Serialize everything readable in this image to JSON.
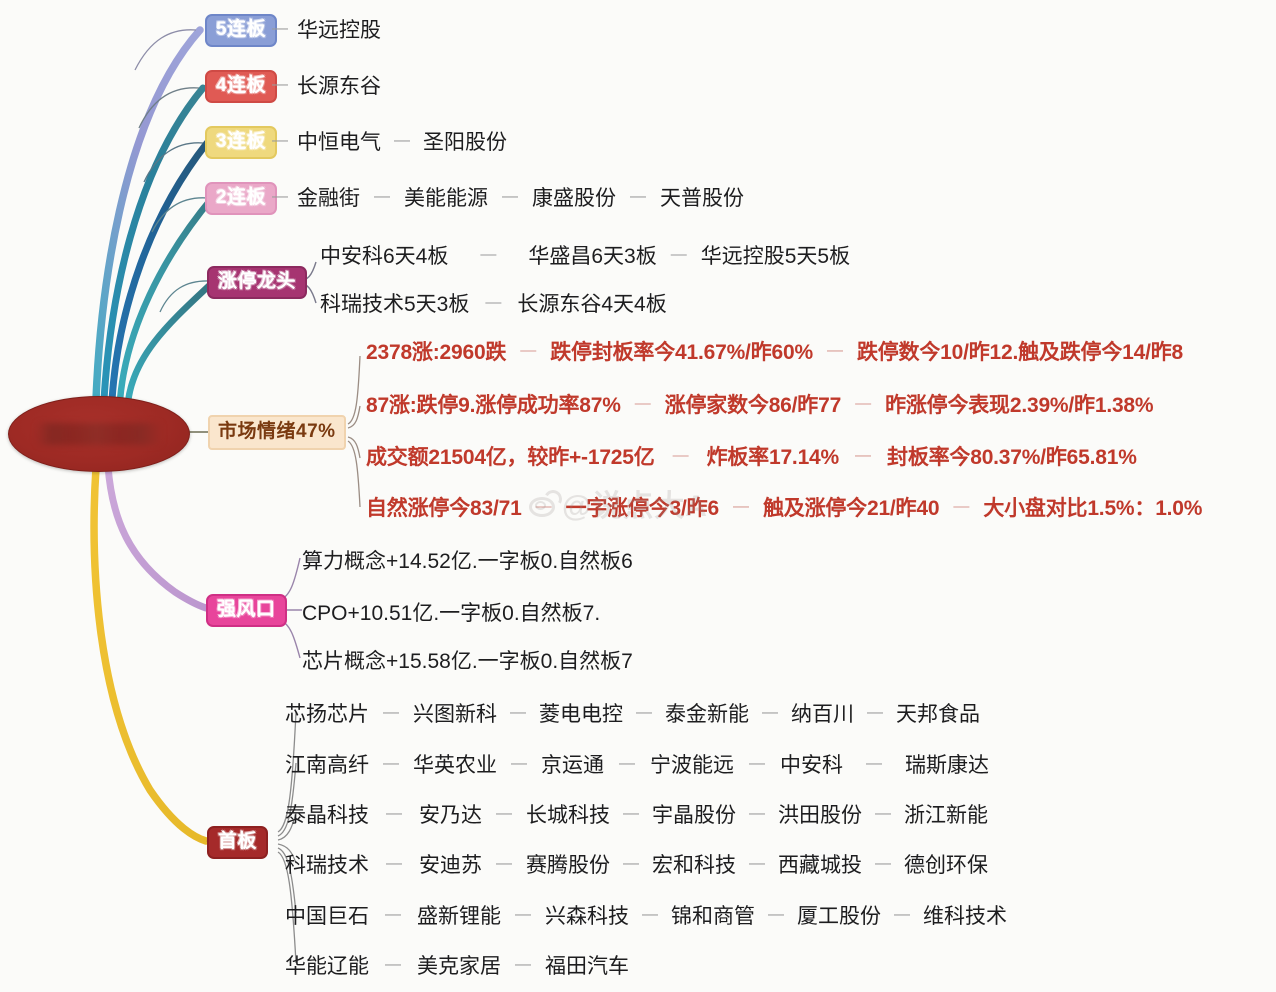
{
  "root": {
    "label": "",
    "redacted": true,
    "color": "#a8302a"
  },
  "watermark": {
    "text": "@说点大A",
    "logo": "weibo-icon"
  },
  "branches": {
    "b5": {
      "badge": "5连板",
      "color": "#8a9ed6",
      "items": [
        "华远控股"
      ]
    },
    "b4": {
      "badge": "4连板",
      "color": "#e05a54",
      "items": [
        "长源东谷"
      ]
    },
    "b3": {
      "badge": "3连板",
      "color": "#efd97e",
      "items": [
        "中恒电气",
        "圣阳股份"
      ]
    },
    "b2": {
      "badge": "2连板",
      "color": "#eaa8c8",
      "items": [
        "金融街",
        "美能能源",
        "康盛股份",
        "天普股份"
      ]
    },
    "leaders": {
      "badge": "涨停龙头",
      "color": "#a63471",
      "rows": [
        [
          "中安科6天4板",
          "华盛昌6天3板",
          "华远控股5天5板"
        ],
        [
          "科瑞技术5天3板",
          "长源东谷4天4板"
        ]
      ]
    },
    "mood": {
      "badge": "市场情绪47%",
      "color": "#fae6cd",
      "rows": [
        [
          "2378涨:2960跌",
          "跌停封板率今41.67%/昨60%",
          "跌停数今10/昨12.触及跌停今14/昨8"
        ],
        [
          "87涨:跌停9.涨停成功率87%",
          "涨停家数今86/昨77",
          "昨涨停今表现2.39%/昨1.38%"
        ],
        [
          "成交额21504亿，较昨+-1725亿",
          "炸板率17.14%",
          "封板率今80.37%/昨65.81%"
        ],
        [
          "自然涨停今83/71",
          "一字涨停今3/昨6",
          "触及涨停今21/昨40",
          "大小盘对比1.5%：1.0%"
        ]
      ]
    },
    "wind": {
      "badge": "强风口",
      "color": "#e8459b",
      "items": [
        "算力概念+14.52亿.一字板0.自然板6",
        "CPO+10.51亿.一字板0.自然板7.",
        "芯片概念+15.58亿.一字板0.自然板7"
      ]
    },
    "first": {
      "badge": "首板",
      "color": "#a52a2a",
      "rows": [
        [
          "芯扬芯片",
          "兴图新科",
          "菱电电控",
          "泰金新能",
          "纳百川",
          "天邦食品"
        ],
        [
          "江南高纤",
          "华英农业",
          "京运通",
          "宁波能远",
          "中安科",
          "瑞斯康达"
        ],
        [
          "泰晶科技",
          "安乃达",
          "长城科技",
          "宇晶股份",
          "洪田股份",
          "浙江新能"
        ],
        [
          "科瑞技术",
          "安迪苏",
          "赛腾股份",
          "宏和科技",
          "西藏城投",
          "德创环保"
        ],
        [
          "中国巨石",
          "盛新锂能",
          "兴森科技",
          "锦和商管",
          "厦工股份",
          "维科技术"
        ],
        [
          "华能辽能",
          "美克家居",
          "福田汽车"
        ]
      ]
    }
  }
}
